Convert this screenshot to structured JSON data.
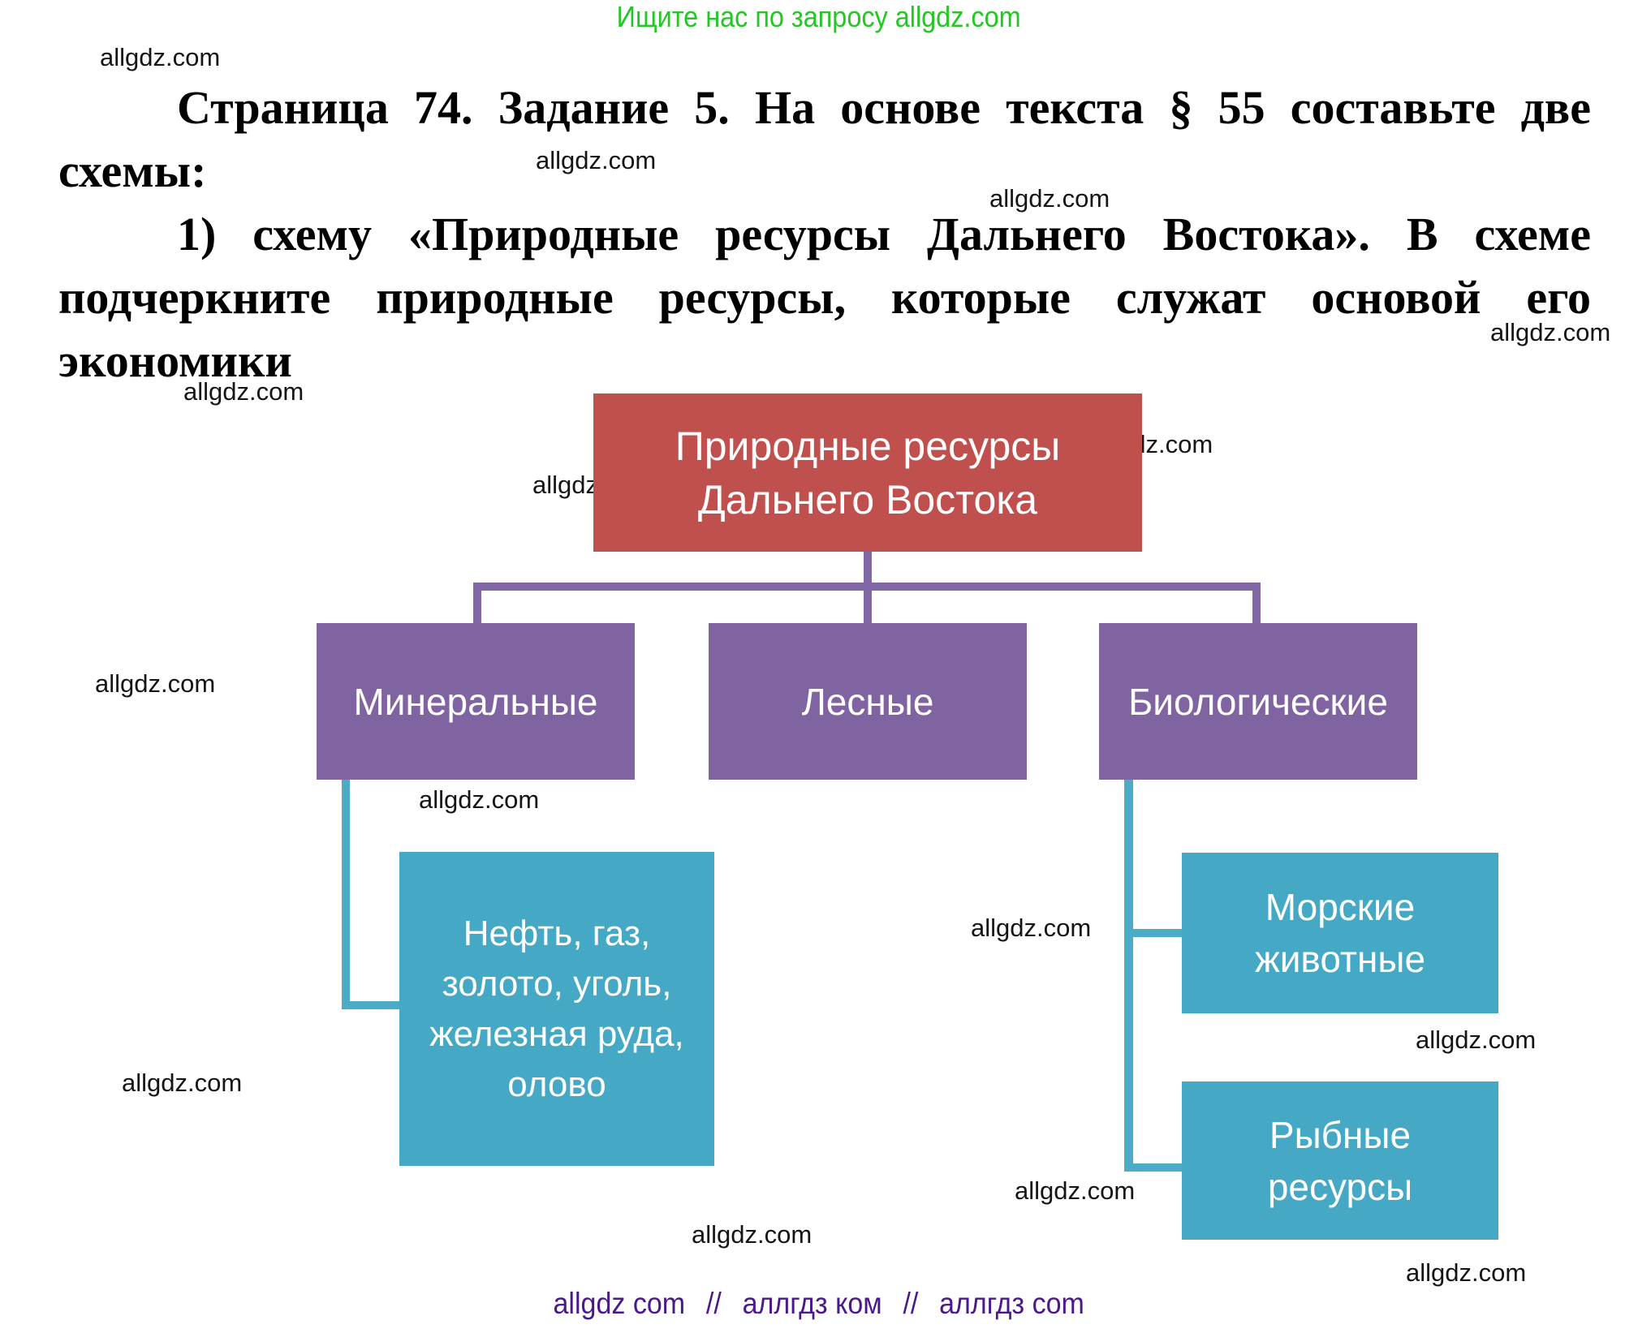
{
  "promo": {
    "text": "Ищите нас по запросу allgdz.com",
    "color": "#21c821"
  },
  "watermark": {
    "label": "allgdz.com"
  },
  "task": {
    "lines": [
      "Страница 74. Задание 5. На основе текста § 55 составьте две",
      "схемы:",
      "1) схему «Природные ресурсы Дальнего Востока». В схеме",
      "подчеркните природные ресурсы, которые служат основой его",
      "экономики"
    ]
  },
  "diagram": {
    "title": "Природные ресурсы Дальнего Востока",
    "root": {
      "label": "Природные ресурсы\nДальнего Востока",
      "color": "#c0504d"
    },
    "categories": [
      {
        "label": "Минеральные",
        "color": "#8064a2"
      },
      {
        "label": "Лесные",
        "color": "#8064a2"
      },
      {
        "label": "Биологические",
        "color": "#8064a2"
      }
    ],
    "details": [
      {
        "label": "Нефть, газ,\nзолото, уголь,\nжелезная руда,\nолово",
        "parent": "Минеральные",
        "color": "#45a8c4"
      },
      {
        "label": "Морские\nживотные",
        "parent": "Биологические",
        "color": "#45a8c4"
      },
      {
        "label": "Рыбные\nресурсы",
        "parent": "Биологические",
        "color": "#45a8c4"
      }
    ],
    "connector_colors": {
      "level1": "#8267a7",
      "level2": "#4bacc6"
    }
  },
  "footer": {
    "parts": [
      "allgdz com",
      "//",
      "аллгдз ком",
      "//",
      "аллгдз com"
    ],
    "color": "#4a1a8a"
  }
}
